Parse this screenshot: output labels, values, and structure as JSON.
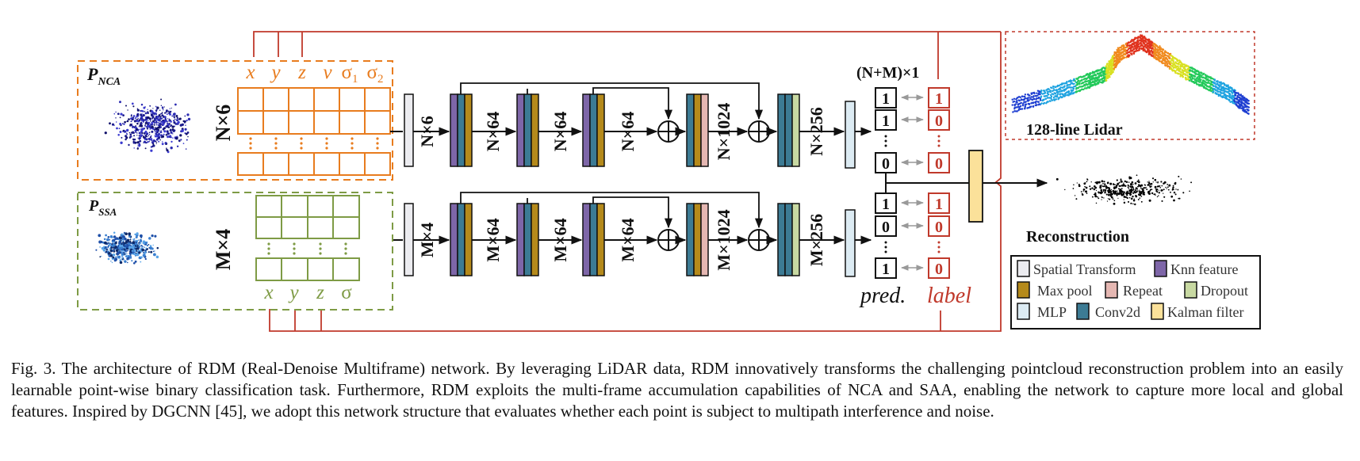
{
  "colors": {
    "orange": "#E87C1E",
    "olive": "#7E9B45",
    "red": "#C0392B",
    "spatial_transform": "#ECECF0",
    "knn_feature": "#7E66A8",
    "max_pool": "#B58A1B",
    "repeat": "#E5B7B2",
    "dropout": "#C8D9A2",
    "mlp": "#DCEBF3",
    "conv2d": "#3C7B94",
    "kalman_filter": "#FBE19A"
  },
  "nca": {
    "label_main": "P",
    "label_sub": "NCA",
    "shape": "N×6",
    "columns": [
      "x",
      "y",
      "z",
      "v",
      "σ",
      "σ"
    ],
    "column_subs": [
      "",
      "",
      "",
      "",
      "1",
      "2"
    ]
  },
  "ssa": {
    "label_main": "P",
    "label_sub": "SSA",
    "shape": "M×4",
    "columns": [
      "x",
      "y",
      "z",
      "σ"
    ]
  },
  "top_branch_dims": [
    "N×6",
    "N×64",
    "N×64",
    "N×64",
    "N×1024",
    "N×256"
  ],
  "bottom_branch_dims": [
    "M×4",
    "M×64",
    "M×64",
    "M×64",
    "M×1024",
    "M×256"
  ],
  "output": {
    "header": "(N+M)×1",
    "top_pred": [
      "1",
      "1",
      "0"
    ],
    "top_label": [
      "1",
      "0",
      "0"
    ],
    "bottom_pred": [
      "1",
      "0",
      "1"
    ],
    "bottom_label": [
      "1",
      "0",
      "0"
    ],
    "pred_caption": "pred.",
    "label_caption": "label"
  },
  "right": {
    "lidar_label": "128-line Lidar",
    "reconstruction_label": "Reconstruction"
  },
  "legend": [
    {
      "name": "Spatial Transform",
      "color_key": "spatial_transform"
    },
    {
      "name": "Knn feature",
      "color_key": "knn_feature"
    },
    {
      "name": "Max pool",
      "color_key": "max_pool"
    },
    {
      "name": "Repeat",
      "color_key": "repeat"
    },
    {
      "name": "Dropout",
      "color_key": "dropout"
    },
    {
      "name": "MLP",
      "color_key": "mlp"
    },
    {
      "name": "Conv2d",
      "color_key": "conv2d"
    },
    {
      "name": "Kalman filter",
      "color_key": "kalman_filter"
    }
  ],
  "caption": "Fig. 3.  The architecture of RDM (Real-Denoise Multiframe) network. By leveraging LiDAR data, RDM innovatively transforms the challenging pointcloud reconstruction problem into an easily learnable point-wise binary classification task. Furthermore, RDM exploits the multi-frame accumulation capabilities of NCA and SAA, enabling the network to capture more local and global features. Inspired by DGCNN [45], we adopt this network structure that evaluates whether each point is subject to multipath interference and noise."
}
